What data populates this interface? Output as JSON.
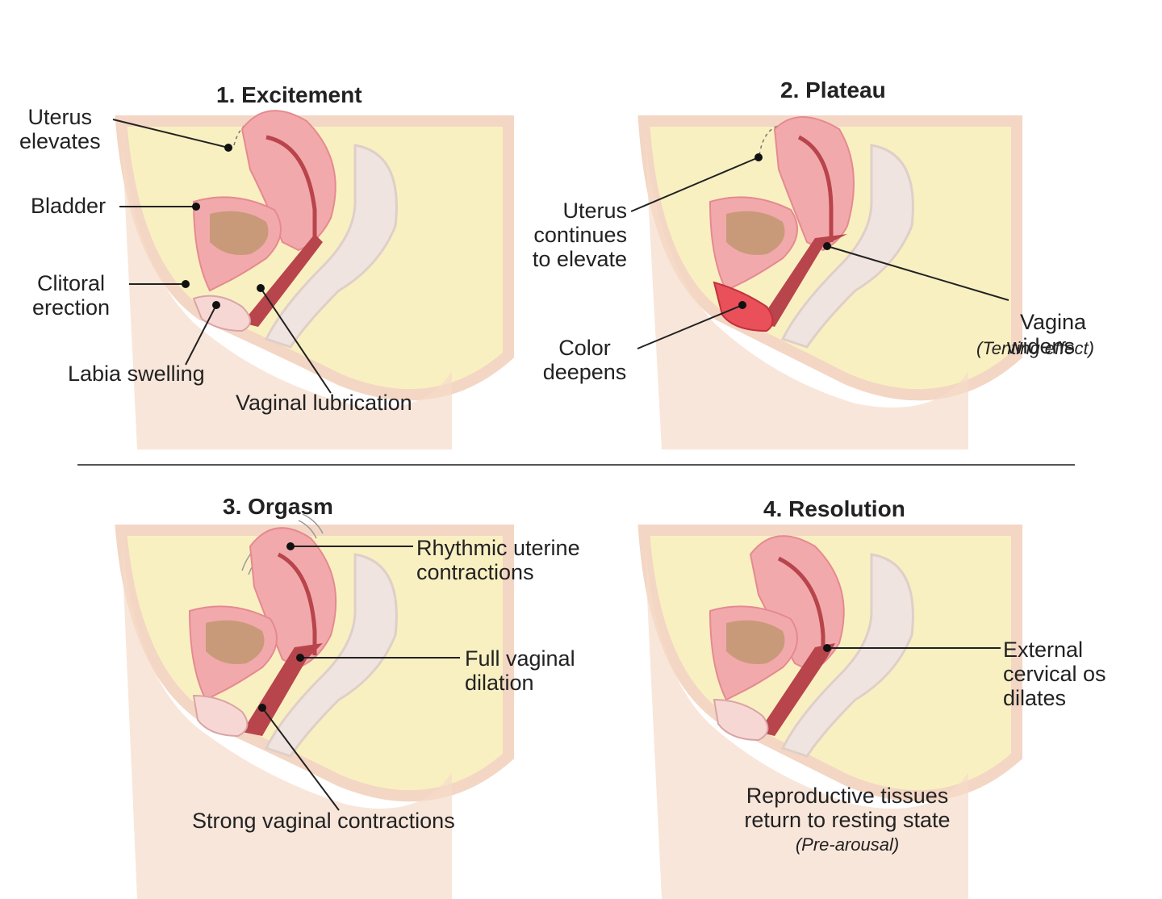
{
  "colors": {
    "background": "#ffffff",
    "abdomen_fill": "#f9f0c2",
    "skin": "#f6dccb",
    "tissue": "#f2a9ac",
    "tissue_dark": "#b8444c",
    "bladder_content": "#c99a7a",
    "rectum": "#efe4df",
    "flush": "#e9505a",
    "leader": "#222222"
  },
  "panels": [
    {
      "title": "1. Excitement",
      "labels": [
        {
          "text": "Uterus\nelevates"
        },
        {
          "text": "Bladder"
        },
        {
          "text": "Clitoral\nerection"
        },
        {
          "text": "Labia swelling"
        },
        {
          "text": "Vaginal lubrication"
        }
      ]
    },
    {
      "title": "2. Plateau",
      "labels": [
        {
          "text": "Uterus\ncontinues\nto elevate"
        },
        {
          "text": "Vagina\nwidens",
          "note": "(Tenting effect)"
        },
        {
          "text": "Color\ndeepens"
        }
      ]
    },
    {
      "title": "3. Orgasm",
      "labels": [
        {
          "text": "Rhythmic uterine\ncontractions"
        },
        {
          "text": "Full vaginal\ndilation"
        },
        {
          "text": "Strong vaginal contractions"
        }
      ]
    },
    {
      "title": "4. Resolution",
      "labels": [
        {
          "text": "External\ncervical os\ndilates"
        },
        {
          "text": "Reproductive tissues\nreturn to resting state",
          "note": "(Pre-arousal)"
        }
      ]
    }
  ]
}
